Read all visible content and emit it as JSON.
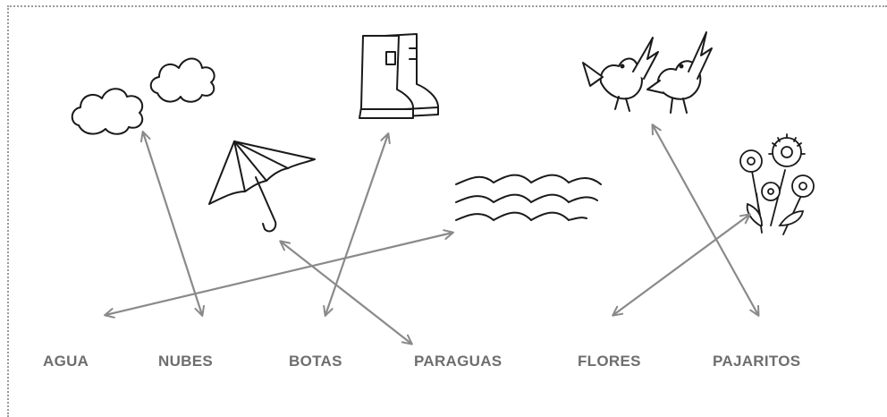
{
  "words": {
    "agua": "AGUA",
    "nubes": "NUBES",
    "botas": "BOTAS",
    "paraguas": "PARAGUAS",
    "flores": "FLORES",
    "pajaritos": "PAJARITOS"
  },
  "pictures": [
    "clouds-icon",
    "boots-icon",
    "umbrella-icon",
    "water-waves-icon",
    "birds-icon",
    "flowers-icon"
  ],
  "matches": [
    {
      "word": "AGUA",
      "picture": "water-waves-icon"
    },
    {
      "word": "NUBES",
      "picture": "clouds-icon"
    },
    {
      "word": "BOTAS",
      "picture": "boots-icon"
    },
    {
      "word": "PARAGUAS",
      "picture": "umbrella-icon"
    },
    {
      "word": "FLORES",
      "picture": "flowers-icon"
    },
    {
      "word": "PAJARITOS",
      "picture": "birds-icon"
    }
  ],
  "colors": {
    "arrow": "#8a8a8a",
    "label": "#6e6e6e",
    "ink": "#1a1a1a",
    "border": "#9a9a9a"
  }
}
